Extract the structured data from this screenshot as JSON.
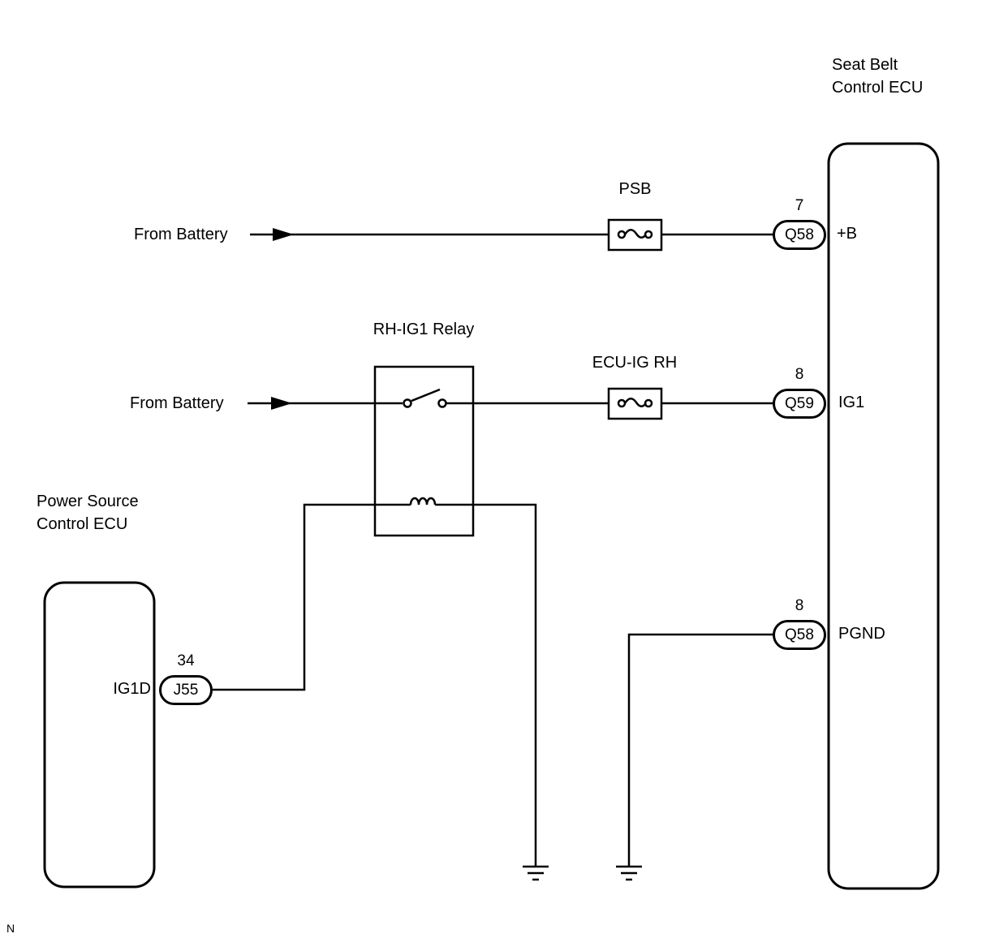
{
  "components": {
    "seat_belt_ecu": {
      "name_line1": "Seat Belt",
      "name_line2": "Control ECU"
    },
    "power_source_ecu": {
      "name_line1": "Power Source",
      "name_line2": "Control ECU"
    },
    "relay": {
      "label": "RH-IG1 Relay"
    },
    "fuse_psb": {
      "label": "PSB"
    },
    "fuse_ecu_ig_rh": {
      "label": "ECU-IG RH"
    }
  },
  "wires": {
    "from_battery_top": "From Battery",
    "from_battery_mid": "From Battery"
  },
  "terminals": [
    {
      "id": "q58_plus_b",
      "label": "Q58",
      "pin": "7",
      "signal": "+B"
    },
    {
      "id": "q59_ig1",
      "label": "Q59",
      "pin": "8",
      "signal": "IG1"
    },
    {
      "id": "q58_pgnd",
      "label": "Q58",
      "pin": "8",
      "signal": "PGND"
    },
    {
      "id": "j55_ig1d",
      "label": "J55",
      "pin": "34",
      "signal": "IG1D"
    }
  ],
  "page_marker": "N"
}
